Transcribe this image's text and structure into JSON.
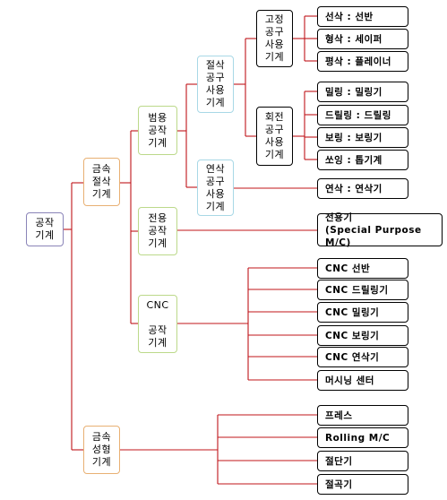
{
  "nodes": {
    "root": "공작\n기계",
    "metal_cutting": "금속\n절삭\n기계",
    "metal_forming": "금속\n성형\n기계",
    "general": "범용\n공작\n기계",
    "special": "전용\n공작\n기계",
    "cnc": "CNC\n\n공작\n기계",
    "cutting_tool": "절삭\n공구\n사용\n기계",
    "grinding_tool": "연삭\n공구\n사용\n기계",
    "fixed_tool": "고정\n공구\n사용\n기계",
    "rotary_tool": "회전\n공구\n사용\n기계"
  },
  "leaves": {
    "turning": "선삭 : 선반",
    "shaping": "형삭 : 세이퍼",
    "planing": "평삭 : 플레이너",
    "milling": "밀링 : 밀링기",
    "drilling": "드릴링 : 드릴링",
    "boring": "보링 : 보링기",
    "sawing": "쏘잉 : 톱기계",
    "grinding": "연삭 : 연삭기",
    "special_purpose": "전용기\n(Special Purpose M/C)",
    "cnc_lathe": "CNC 선반",
    "cnc_drilling": "CNC 드릴링기",
    "cnc_milling": "CNC 밀링기",
    "cnc_boring": "CNC 보링기",
    "cnc_grinding": "CNC 연삭기",
    "machining_center": "머시닝 센터",
    "press": "프레스",
    "rolling": "Rolling M/C",
    "cutter": "절단기",
    "bender": "절곡기"
  },
  "colors": {
    "connector": "#c0141a",
    "root_border": "#8a84b8",
    "level1_border": "#e8b073",
    "level2_border": "#bcd98a",
    "level3_border": "#a8d8e6",
    "leaf_border": "#000000"
  }
}
